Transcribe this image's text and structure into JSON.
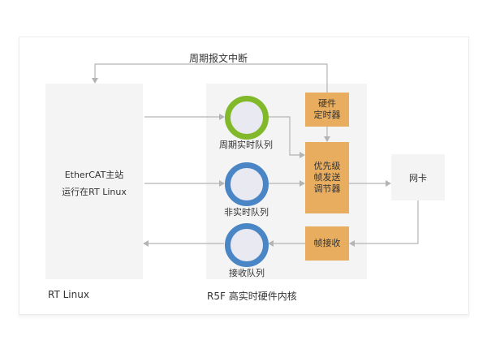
{
  "diagram": {
    "interrupt_label": "周期报文中断",
    "rt_linux_panel": {
      "caption": "RT Linux",
      "master_line1": "EtherCAT主站",
      "master_line2": "运行在RT Linux"
    },
    "r5f_panel": {
      "caption": "R5F 高实时硬件内核"
    },
    "queues": [
      {
        "label": "周期实时队列",
        "color": "#82b92b"
      },
      {
        "label": "非实时队列",
        "color": "#4a86c5"
      },
      {
        "label": "接收队列",
        "color": "#4a86c5"
      }
    ],
    "blocks": {
      "hw_timer": [
        "硬件",
        "定时器"
      ],
      "scheduler": [
        "优先级",
        "帧发送",
        "调节器"
      ],
      "frame_rx": "帧接收",
      "nic": "网卡"
    },
    "colors": {
      "block_fill": "#e8ad5f",
      "panel_fill": "#f4f4f4",
      "arrow": "#b4b4b4"
    }
  }
}
